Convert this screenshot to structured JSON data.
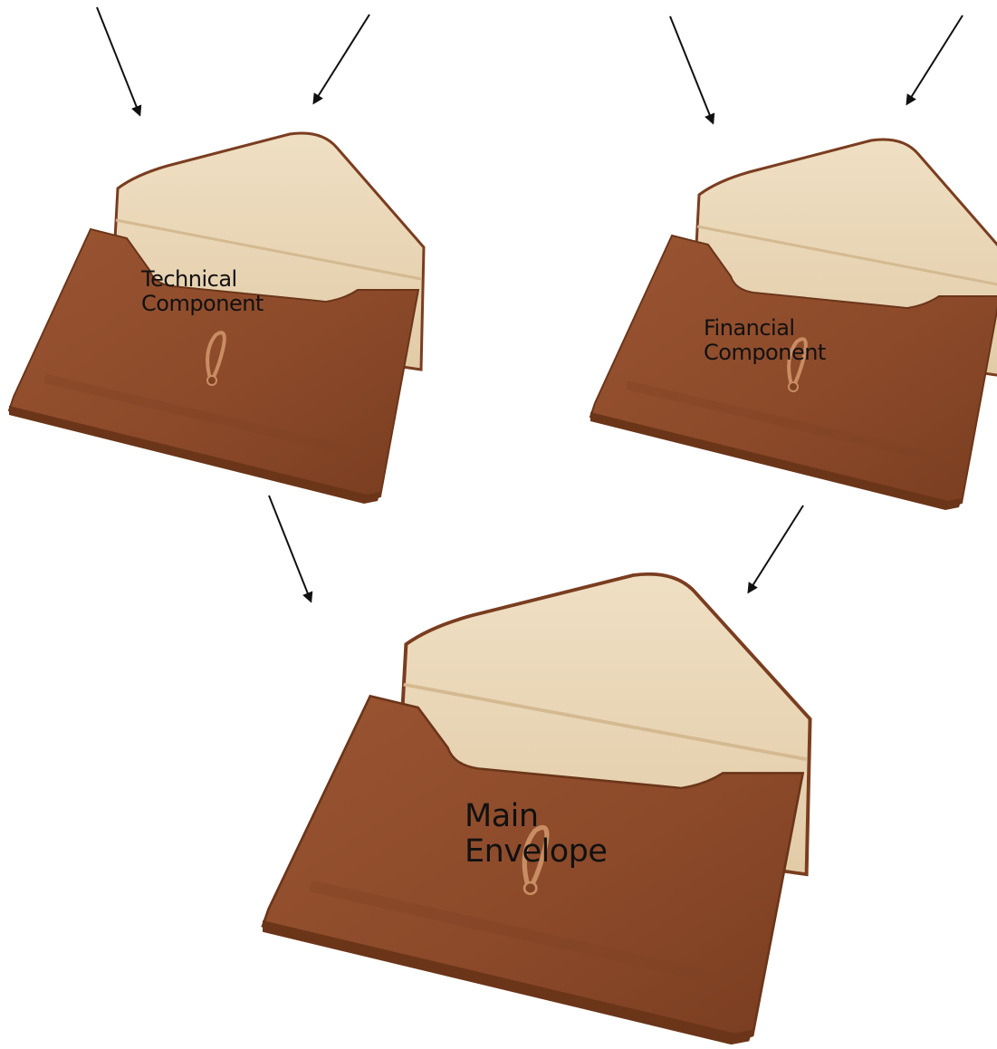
{
  "envelopes": {
    "technical": {
      "line1": "Technical",
      "line2": "Component"
    },
    "financial": {
      "line1": "Financial",
      "line2": "Component"
    },
    "main": {
      "line1": "Main",
      "line2": "Envelope"
    }
  },
  "colors": {
    "leather": "#8c4a2a",
    "leather_dark": "#6b3519",
    "lining": "#ead7b8",
    "arrow": "#111111",
    "background": "#ffffff"
  }
}
